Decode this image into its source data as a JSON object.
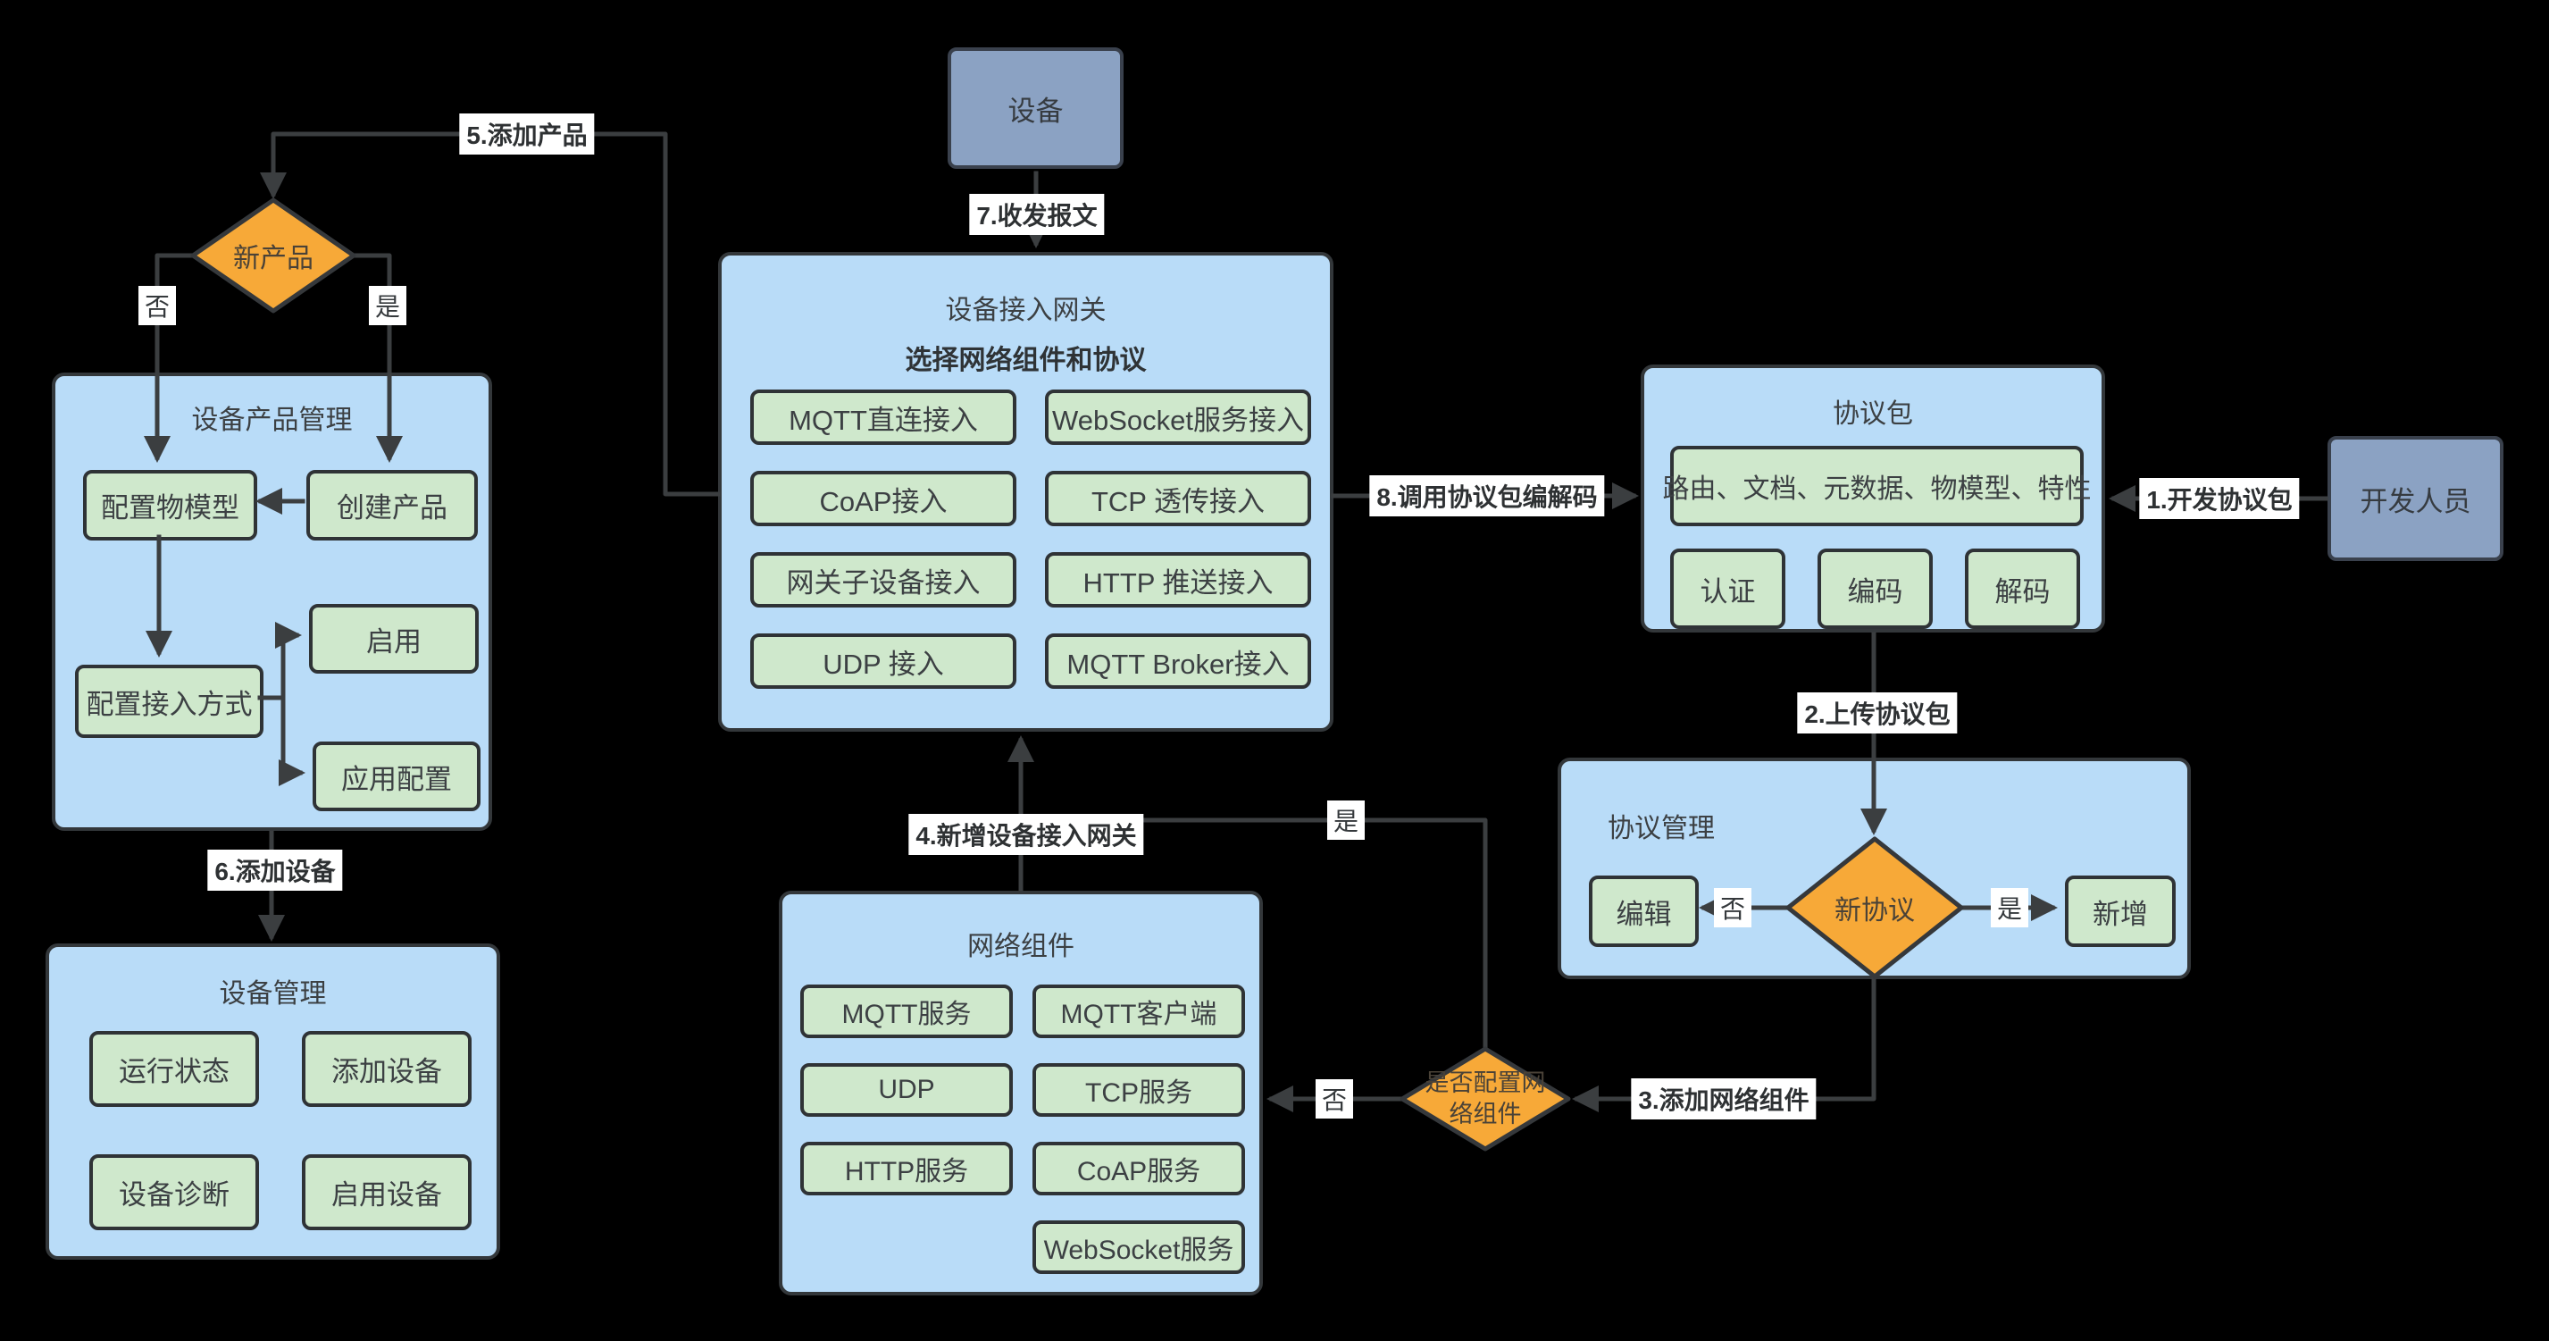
{
  "diagram": {
    "background": "#000000",
    "colors": {
      "container_fill": "#b9dcf8",
      "button_fill": "#cfe8cc",
      "diamond_fill": "#f7a938",
      "actor_fill": "#8ba2c3",
      "line": "#3b3e40",
      "label_bg": "#ffffff",
      "text": "#3c4043"
    }
  },
  "nodes": {
    "device": {
      "label": "设备"
    },
    "developer": {
      "label": "开发人员"
    },
    "gateway": {
      "title": "设备接入网关",
      "subtitle": "选择网络组件和协议",
      "buttons": [
        "MQTT直连接入",
        "WebSocket服务接入",
        "CoAP接入",
        "TCP 透传接入",
        "网关子设备接入",
        "HTTP 推送接入",
        "UDP 接入",
        "MQTT Broker接入"
      ]
    },
    "protocol_package": {
      "title": "协议包",
      "wide_button": "路由、文档、元数据、物模型、特性",
      "buttons": [
        "认证",
        "编码",
        "解码"
      ]
    },
    "protocol_mgmt": {
      "title": "协议管理",
      "edit_button": "编辑",
      "add_button": "新增",
      "decision": "新协议"
    },
    "network_components": {
      "title": "网络组件",
      "buttons": [
        "MQTT服务",
        "MQTT客户端",
        "UDP",
        "TCP服务",
        "HTTP服务",
        "CoAP服务",
        "WebSocket服务"
      ]
    },
    "product_mgmt": {
      "title": "设备产品管理",
      "config_model": "配置物模型",
      "create_product": "创建产品",
      "enable": "启用",
      "config_access": "配置接入方式",
      "apply_config": "应用配置"
    },
    "device_mgmt": {
      "title": "设备管理",
      "buttons": [
        "运行状态",
        "添加设备",
        "设备诊断",
        "启用设备"
      ]
    },
    "decisions": {
      "new_product": "新产品",
      "config_network": "是否配置网络组件"
    }
  },
  "edge_labels": {
    "step1": "1.开发协议包",
    "step2": "2.上传协议包",
    "step3": "3.添加网络组件",
    "step4": "4.新增设备接入网关",
    "step5": "5.添加产品",
    "step6": "6.添加设备",
    "step7": "7.收发报文",
    "step8": "8.调用协议包编解码",
    "yes": "是",
    "no": "否"
  }
}
